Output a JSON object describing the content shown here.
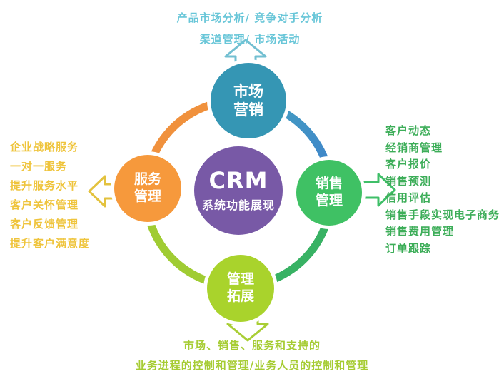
{
  "diagram": {
    "center": {
      "title": "CRM",
      "subtitle": "系统功能展现"
    },
    "nodes": {
      "top": {
        "line1": "市场",
        "line2": "营销"
      },
      "right": {
        "line1": "销售",
        "line2": "管理"
      },
      "bottom": {
        "line1": "管理",
        "line2": "拓展"
      },
      "left": {
        "line1": "服务",
        "line2": "管理"
      }
    },
    "top_notes": {
      "line1": "产品市场分析/ 竞争对手分析",
      "line2": "渠道管理/ 市场活动"
    },
    "bottom_notes": {
      "line1": "市场、销售、服务和支持的",
      "line2": "业务进程的控制和管理/业务人员的控制和管理"
    },
    "right_list": {
      "items": [
        "客户动态",
        "经销商管理",
        "客户报价",
        "销售预测",
        "信用评估",
        "销售手段实现电子商务",
        "销售费用管理",
        "订单跟踪"
      ]
    },
    "left_list": {
      "items": [
        "企业战略服务",
        "一对一服务",
        "提升服务水平",
        "客户关怀管理",
        "客户反馈管理",
        "提升客户满意度"
      ]
    },
    "icons": {
      "arrow_up": "arrow-up-icon",
      "arrow_right": "arrow-right-icon",
      "arrow_down": "arrow-down-icon",
      "arrow_left": "arrow-left-icon"
    },
    "colors": {
      "node_top_teal": "#3596B4",
      "node_right_green": "#3FC164",
      "node_bottom_lime": "#A9D32C",
      "node_left_orange": "#F6993C",
      "node_center_purple": "#7859A6",
      "arc_top_right_start": "#46A5C0",
      "arc_top_right_end": "#3D7FCB",
      "arc_bottom_right": "#38B264",
      "arc_bottom_left": "#A0CC33",
      "arc_top_left": "#F0913D",
      "text_top_teal": "#68C6D8",
      "text_right_green": "#3CAD58",
      "text_left_gold": "#EFC43C",
      "text_bottom_lime": "#A6CC33"
    }
  }
}
